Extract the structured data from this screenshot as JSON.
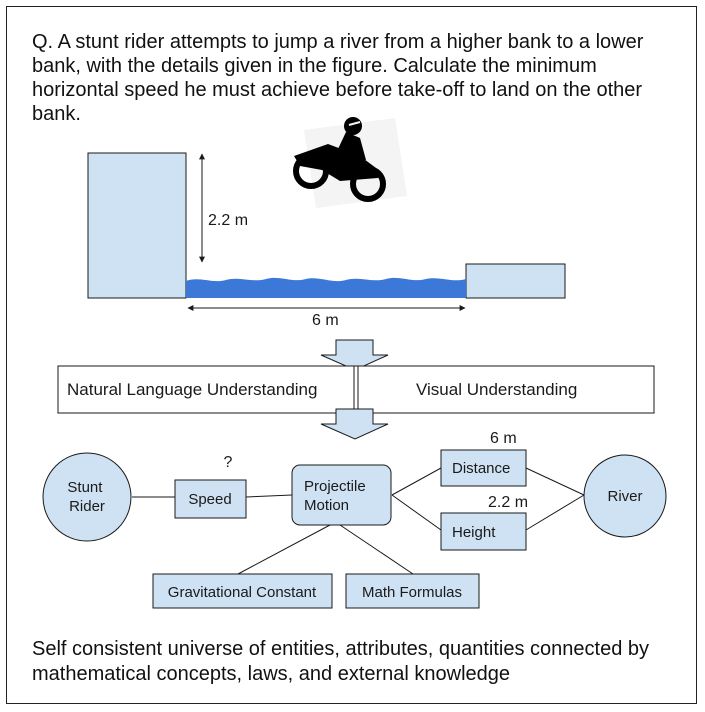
{
  "question": "Q. A stunt rider attempts to jump a river from a higher bank to a lower bank, with the details given in the figure. Calculate the minimum horizontal speed he must achieve before take-off to land on the other bank.",
  "figure": {
    "height_label": "2.2 m",
    "width_label": "6 m"
  },
  "understanding": {
    "nlu": "Natural Language Understanding",
    "visual": "Visual Understanding"
  },
  "graph": {
    "stunt_rider": [
      "Stunt",
      "Rider"
    ],
    "speed": "Speed",
    "speed_unknown": "?",
    "projectile_motion": [
      "Projectile",
      "Motion"
    ],
    "distance": "Distance",
    "distance_value": "6 m",
    "height": "Height",
    "height_value": "2.2 m",
    "river": "River",
    "gravitational_constant": "Gravitational Constant",
    "math_formulas": "Math Formulas"
  },
  "footer": "Self consistent universe of entities, attributes, quantities connected by mathematical concepts, laws, and external knowledge",
  "colors": {
    "box_fill": "#cfe2f3",
    "water": "#3c78d8",
    "stroke": "#1a1a1a"
  }
}
